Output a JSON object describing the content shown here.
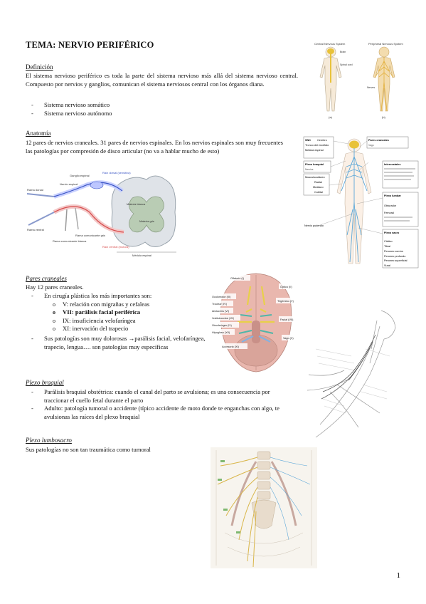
{
  "document": {
    "title": "TEMA: NERVIO PERIFÉRICO",
    "page_number": "1"
  },
  "definicion": {
    "heading": "Definición",
    "paragraph": "El sistema nervioso periférico es toda la parte del sistema nervioso más allá del sistema nervioso central. Compuesto por nervios y ganglios, comunican el sistema nerviosos central con los órganos diana.",
    "bullets": [
      "Sistema nervioso somático",
      "Sistema nervioso autónomo"
    ]
  },
  "anatomia": {
    "heading": "Anatomía",
    "paragraph": "12 pares de nervios craneales. 31 pares de nervios espinales. En los nervios espinales son muy frecuentes las patologías por compresión de disco articular (no va a hablar mucho de esto)"
  },
  "pares": {
    "heading": "Pares craneales",
    "intro": "Hay 12 pares craneales.",
    "bullet1": "En cirugía plástica los más importantes son:",
    "sub": [
      {
        "text": "V: relación con migrañas y cefaleas",
        "bold": false
      },
      {
        "text": "VII: parálisis facial periférica",
        "bold": true
      },
      {
        "text": "IX: insuficiencia velofaríngea",
        "bold": false
      },
      {
        "text": "XI: inervación del trapecio",
        "bold": false
      }
    ],
    "bullet2_part1": "Sus patologías son muy dolorosas ",
    "bullet2_arrow": "→",
    "bullet2_part2": "parálisis facial, velofaríngea, trapecio, lengua…. son patologías muy específicas"
  },
  "plexo_braquial": {
    "heading": "Plexo braquial",
    "bullets": [
      "Parálisis braquial obstétrica: cuando el canal del parto se avulsiona; es una consecuencia por traccionar el cuello fetal durante el parto",
      "Adulto: patología tumoral o accidente (típico accidente de moto donde te enganchas con algo, te avulsionas las raíces del plexo braquial"
    ]
  },
  "plexo_lumbosacro": {
    "heading": "Plexo lumbosacro",
    "paragraph": "Sus patologías no son tan traumática como tumoral"
  },
  "figures": {
    "nervous_system": {
      "label_cns": "Central Nervous System",
      "label_pns": "Peripheral Nervous System",
      "labels": [
        "Brain",
        "Spinal cord",
        "Nerves"
      ],
      "captions": [
        "(a)",
        "(b)"
      ]
    },
    "spinal": {
      "labels": [
        "Raíz dorsal (sensitiva)",
        "Ganglio espinal",
        "Nervio espinal",
        "Rama dorsal",
        "Rama ventral",
        "Rama comunicante gris",
        "Rama comunicante blanca",
        "Materia blanca",
        "Materia gris",
        "Raíz ventral (motora)",
        "Médula espinal"
      ]
    },
    "body": {
      "left_labels": [
        "SNC",
        "Cerebro",
        "Tronco del encéfalo",
        "Médula espinal",
        "Plexo braquial",
        "Nervios",
        "Musculocutáneo",
        "Radial",
        "Mediano",
        "Cubital",
        "Nervio pudendo"
      ],
      "right_labels": [
        "Pares craneales",
        "Vago",
        "Intercostales",
        "Plexo lumbar",
        "Obturador",
        "Femoral",
        "Plexo sacro",
        "Ciático",
        "Tibial",
        "Peroneo común",
        "Peroneo profundo",
        "Peroneo superficial",
        "Sural"
      ]
    },
    "brain": {
      "labels": [
        "Olfatorio (I)",
        "Óptico (II)",
        "Oculomotor (III)",
        "Troclear (IV)",
        "Trigémino (V)",
        "Abducens (VI)",
        "Facial (VII)",
        "Vestibulococlear (VIII)",
        "Glosofaríngeo (IX)",
        "Hipogloso (XII)",
        "Vago (X)",
        "Accesorio (XI)"
      ]
    }
  },
  "colors": {
    "nerve_yellow": "#e8c23a",
    "nerve_blue": "#5aa6d8",
    "gray_matter": "#b9ccb4",
    "brain_pink": "#e9b7ae"
  }
}
